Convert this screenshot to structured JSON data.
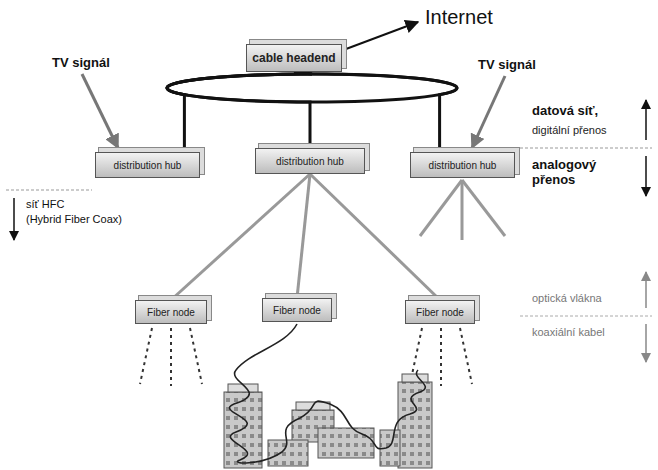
{
  "diagram": {
    "nodes": [
      {
        "text": [
          "cable headend"
        ]
      },
      {
        "text": [
          "distribution hub"
        ]
      },
      {
        "text": [
          "distribution hub"
        ]
      },
      {
        "text": [
          "distribution hub"
        ]
      },
      {
        "text": [
          "Fiber node"
        ]
      },
      {
        "text": [
          "Fiber node"
        ]
      },
      {
        "text": [
          "Fiber node"
        ]
      }
    ],
    "edges": [
      {
        "from": 0,
        "to": 1,
        "arrow": "none"
      },
      {
        "from": 0,
        "to": 2,
        "arrow": "none"
      },
      {
        "from": 0,
        "to": 3,
        "arrow": "none"
      },
      {
        "from": 2,
        "to": 4,
        "arrow": "none"
      },
      {
        "from": 2,
        "to": 5,
        "arrow": "none"
      },
      {
        "from": 2,
        "to": 6,
        "arrow": "none"
      }
    ],
    "labels": [
      "Internet",
      "TV signál",
      "TV signál",
      "datová síť,",
      "digitální přenos",
      "analogový přenos",
      "síť HFC",
      "(Hybrid Fiber Coax)",
      "optická vlákna",
      "koaxiální kabel"
    ]
  }
}
